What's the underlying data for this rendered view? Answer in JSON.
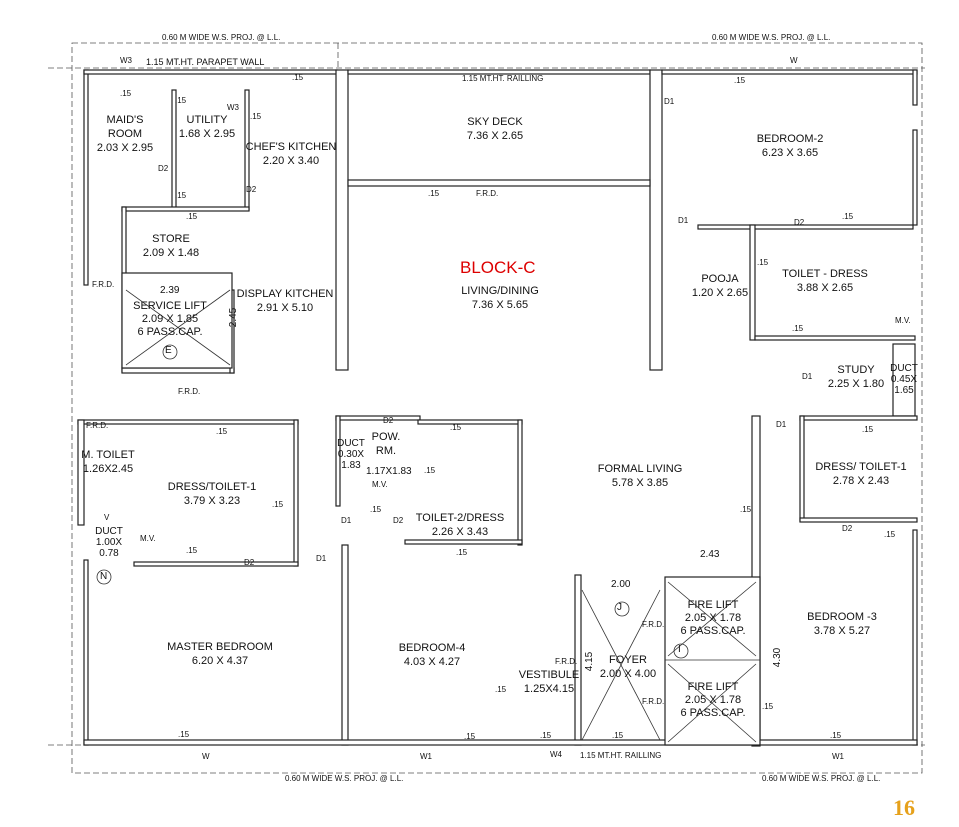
{
  "title": "BLOCK-C",
  "page_number": "16",
  "projection_labels": {
    "top_left": "0.60 M  WIDE W.S. PROJ. @ L.L.",
    "top_right": "0.60 M  WIDE W.S. PROJ. @ L.L.",
    "bottom_left": "0.60 M  WIDE W.S. PROJ. @ L.L.",
    "bottom_right": "0.60 M  WIDE W.S. PROJ. @ L.L."
  },
  "notes": {
    "parapet": "1.15 MT.HT. PARAPET WALL",
    "railing_top": "1.15 MT.HT. RAILLING",
    "railing_bottom": "1.15 MT.HT. RAILLING",
    "frd": "F.R.D."
  },
  "rooms": [
    {
      "name": "MAID'S ROOM",
      "size": "2.03 X 2.95"
    },
    {
      "name": "UTILITY",
      "size": "1.68 X 2.95"
    },
    {
      "name": "CHEF'S KITCHEN",
      "size": "2.20 X 3.40"
    },
    {
      "name": "SKY DECK",
      "size": "7.36 X 2.65"
    },
    {
      "name": "BEDROOM-2",
      "size": "6.23 X 3.65"
    },
    {
      "name": "STORE",
      "size": "2.09 X 1.48"
    },
    {
      "name": "LIVING/DINING",
      "size": "7.36 X 5.65"
    },
    {
      "name": "DISPLAY KITCHEN",
      "size": "2.91 X 5.10"
    },
    {
      "name": "POOJA",
      "size": "1.20 X 2.65"
    },
    {
      "name": "TOILET - DRESS",
      "size": "3.88 X 2.65"
    },
    {
      "name": "STUDY",
      "size": "2.25 X 1.80"
    },
    {
      "name": "M. TOILET",
      "size": "1.26X2.45"
    },
    {
      "name": "DRESS/TOILET-1",
      "size": "3.79 X 3.23"
    },
    {
      "name": "POW.",
      "size": "RM."
    },
    {
      "name": "FORMAL LIVING",
      "size": "5.78 X 3.85"
    },
    {
      "name": "DRESS/ TOILET-1",
      "size": "2.78 X 2.43"
    },
    {
      "name": "TOILET-2/DRESS",
      "size": "2.26 X 3.43"
    },
    {
      "name": "MASTER BEDROOM",
      "size": "6.20 X 4.37"
    },
    {
      "name": "BEDROOM-4",
      "size": "4.03 X 4.27"
    },
    {
      "name": "FOYER",
      "size": "2.00 X 4.00"
    },
    {
      "name": "BEDROOM -3",
      "size": "3.78 X 5.27"
    },
    {
      "name": "VESTIBULE",
      "size": "1.25X4.15"
    }
  ],
  "lifts": {
    "service": {
      "line1": "SERVICE LIFT",
      "line2": "2.09 X 1.85",
      "line3": "6 PASS.CAP.",
      "tag": "E"
    },
    "fire1": {
      "line1": "FIRE LIFT",
      "line2": "2.05 X 1.78",
      "line3": "6 PASS.CAP.",
      "tag": "I"
    },
    "fire2": {
      "line1": "FIRE LIFT",
      "line2": "2.05 X 1.78",
      "line3": "6 PASS.CAP."
    }
  },
  "ducts": {
    "duct_right": {
      "l1": "DUCT",
      "l2": "0.45X",
      "l3": "1.65"
    },
    "duct_pow": {
      "l1": "DUCT",
      "l2": "0.30X",
      "l3": "1.83"
    },
    "duct_mt": {
      "l1": "DUCT",
      "l2": "1.00X",
      "l3": "0.78"
    },
    "pow_size": "1.17X1.83"
  },
  "tags": {
    "j": "J",
    "n": "N"
  },
  "dimensions": {
    "d239": "2.39",
    "d245": "2.45",
    "d243": "2.43",
    "d200": "2.00",
    "d415": "4.15",
    "d430": "4.30",
    "d015": ".15"
  },
  "codes": {
    "d1": "D1",
    "d2": "D2",
    "w": "W",
    "w1": "W1",
    "w3": "W3",
    "w4": "W4",
    "mv": "M.V.",
    "v": "V"
  }
}
